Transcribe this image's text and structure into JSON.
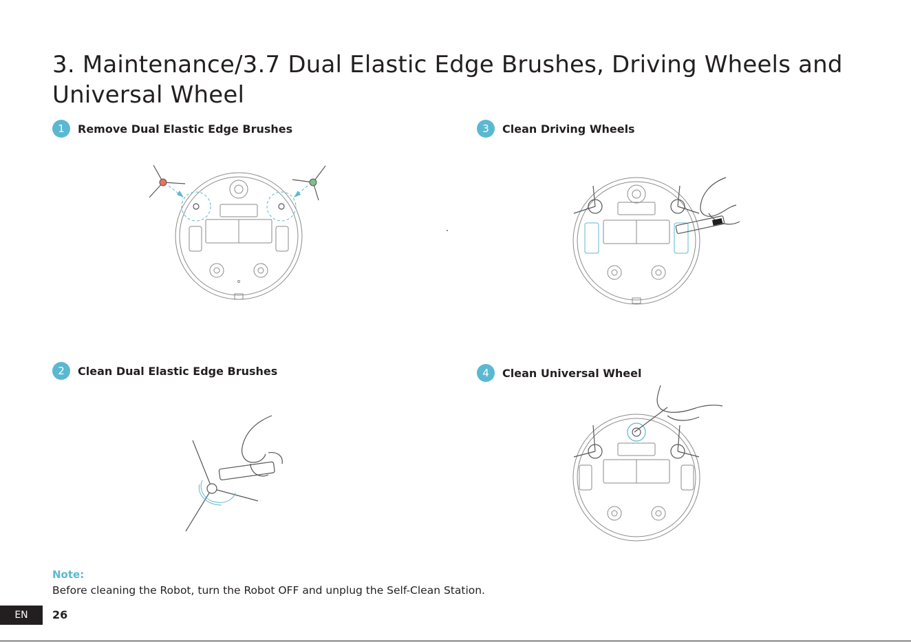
{
  "header": {
    "title": "3. Maintenance/3.7 Dual Elastic Edge Brushes, Driving Wheels and Universal Wheel"
  },
  "steps": [
    {
      "number": "1",
      "title": "Remove Dual Elastic Edge Brushes"
    },
    {
      "number": "2",
      "title": "Clean Dual Elastic Edge Brushes"
    },
    {
      "number": "3",
      "title": "Clean Driving Wheels"
    },
    {
      "number": "4",
      "title": "Clean Universal Wheel"
    }
  ],
  "note": {
    "label": "Note:",
    "text": "Before cleaning the Robot, turn the Robot OFF and unplug the Self-Clean Station."
  },
  "footer": {
    "language": "EN",
    "page_number": "26"
  },
  "colors": {
    "accent": "#5bb8d1",
    "text": "#231f20",
    "brush_left": "#e8735f",
    "brush_right": "#7cc08a"
  },
  "icons": [
    "robot-bottom-view",
    "edge-brush",
    "hand",
    "cleaning-tool",
    "arrow"
  ]
}
